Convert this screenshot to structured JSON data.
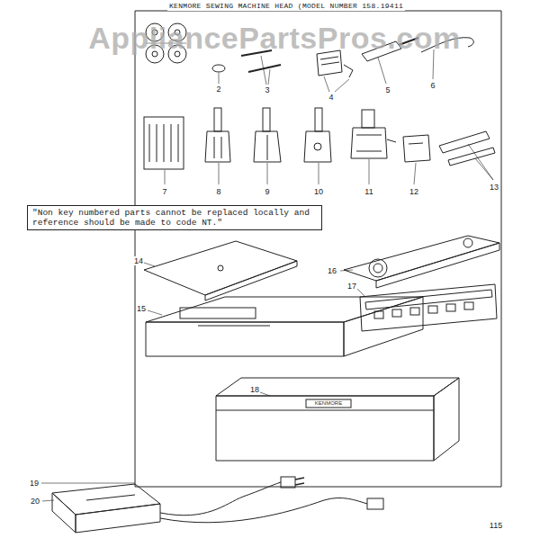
{
  "diagram": {
    "title": "KENMORE SEWING MACHINE HEAD (MODEL NUMBER 158.19411",
    "nodes": [
      {
        "text": [
          "\"Non key numbered parts cannot be replaced locally and reference should be made to code NT.\""
        ]
      }
    ],
    "labels": [
      "AppliancePartsPros.com",
      "2",
      "3",
      "4",
      "5",
      "6",
      "7",
      "8",
      "9",
      "10",
      "11",
      "12",
      "13",
      "14",
      "15",
      "16",
      "17",
      "18",
      "19",
      "20",
      "KENMORE",
      "115"
    ]
  }
}
